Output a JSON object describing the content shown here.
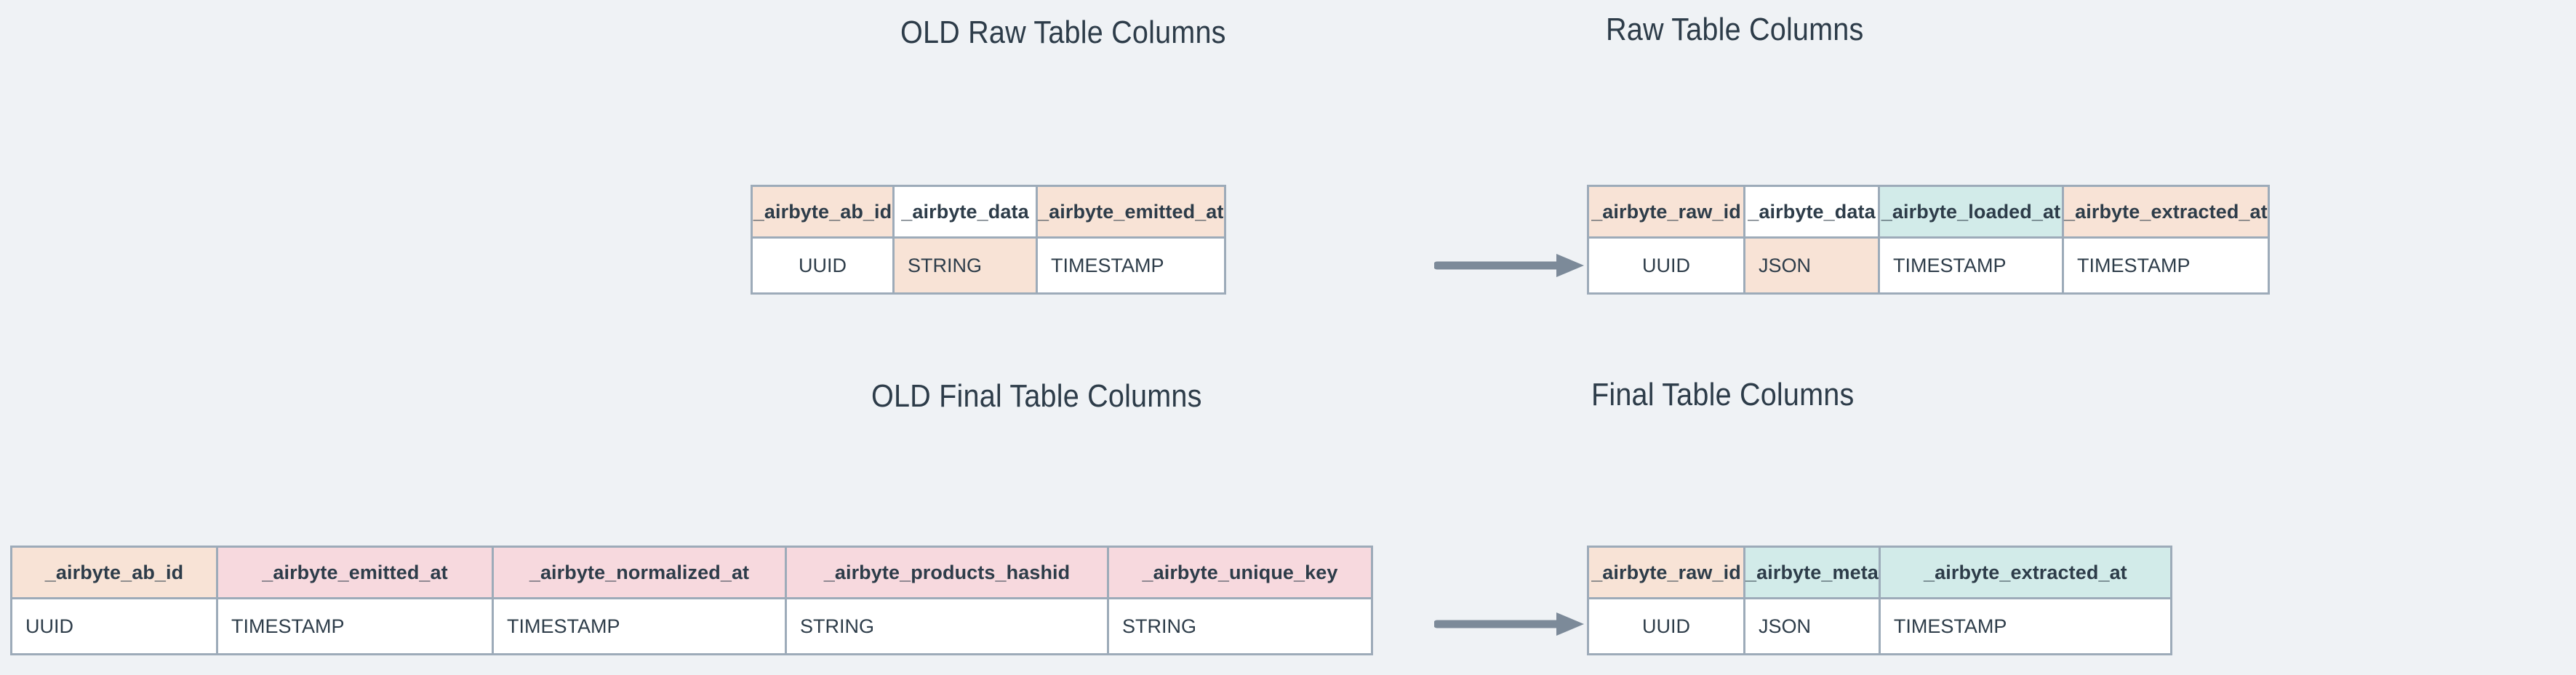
{
  "page": {
    "background_color": "#eff2f5",
    "text_color": "#2d3c49",
    "border_color": "#9dabb9",
    "arrow_color": "#7c8a99"
  },
  "palette": {
    "peach": "#f8e3d6",
    "teal": "#d2ebe9",
    "pink": "#f7d9de",
    "white": "#ffffff"
  },
  "titles": {
    "old_raw": "OLD Raw Table Columns",
    "new_raw": "Raw Table Columns",
    "old_final": "OLD Final Table Columns",
    "new_final": "Final Table Columns"
  },
  "arrows": {
    "raw": "arrow-right",
    "final": "arrow-right"
  },
  "tables": {
    "old_raw": {
      "title": "OLD Raw Table Columns",
      "columns": [
        {
          "name": "_airbyte_ab_id",
          "type": "UUID",
          "header_color": "peach",
          "cell_color": "white"
        },
        {
          "name": "_airbyte_data",
          "type": "STRING",
          "header_color": "white",
          "cell_color": "peach"
        },
        {
          "name": "_airbyte_emitted_at",
          "type": "TIMESTAMP",
          "header_color": "peach",
          "cell_color": "white"
        }
      ]
    },
    "new_raw": {
      "title": "Raw Table Columns",
      "columns": [
        {
          "name": "_airbyte_raw_id",
          "type": "UUID",
          "header_color": "peach",
          "cell_color": "white"
        },
        {
          "name": "_airbyte_data",
          "type": "JSON",
          "header_color": "white",
          "cell_color": "peach"
        },
        {
          "name": "_airbyte_loaded_at",
          "type": "TIMESTAMP",
          "header_color": "teal",
          "cell_color": "white"
        },
        {
          "name": "_airbyte_extracted_at",
          "type": "TIMESTAMP",
          "header_color": "peach",
          "cell_color": "white"
        }
      ]
    },
    "old_final": {
      "title": "OLD Final Table Columns",
      "columns": [
        {
          "name": "_airbyte_ab_id",
          "type": "UUID",
          "header_color": "peach",
          "cell_color": "white"
        },
        {
          "name": "_airbyte_emitted_at",
          "type": "TIMESTAMP",
          "header_color": "pink",
          "cell_color": "white"
        },
        {
          "name": "_airbyte_normalized_at",
          "type": "TIMESTAMP",
          "header_color": "pink",
          "cell_color": "white"
        },
        {
          "name": "_airbyte_products_hashid",
          "type": "STRING",
          "header_color": "pink",
          "cell_color": "white"
        },
        {
          "name": "_airbyte_unique_key",
          "type": "STRING",
          "header_color": "pink",
          "cell_color": "white"
        }
      ]
    },
    "new_final": {
      "title": "Final Table Columns",
      "columns": [
        {
          "name": "_airbyte_raw_id",
          "type": "UUID",
          "header_color": "peach",
          "cell_color": "white"
        },
        {
          "name": "_airbyte_meta",
          "type": "JSON",
          "header_color": "teal",
          "cell_color": "white"
        },
        {
          "name": "_airbyte_extracted_at",
          "type": "TIMESTAMP",
          "header_color": "teal",
          "cell_color": "white"
        }
      ]
    }
  }
}
